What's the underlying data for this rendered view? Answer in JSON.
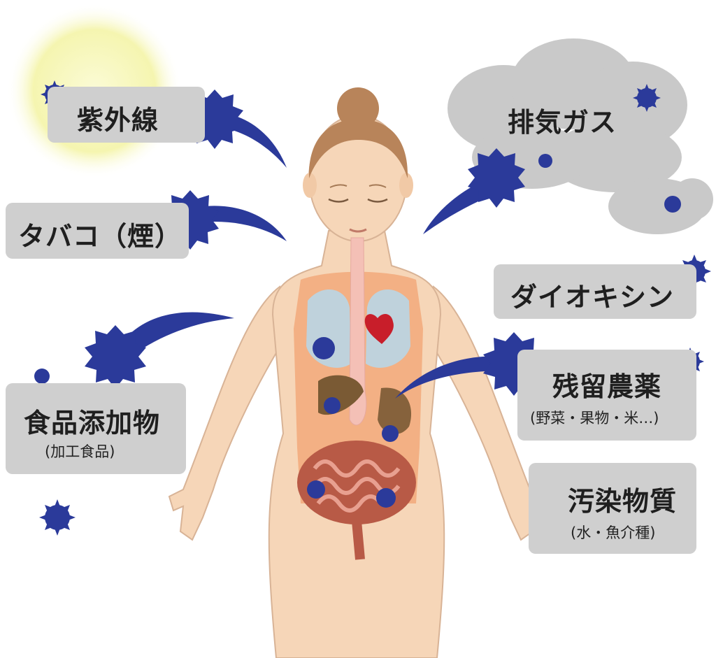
{
  "labels": {
    "uv": {
      "text": "紫外線"
    },
    "tobacco": {
      "text": "タバコ（煙）"
    },
    "food_additives": {
      "text": "食品添加物",
      "sub": "(加工食品)"
    },
    "exhaust": {
      "text": "排気ガス"
    },
    "dioxin": {
      "text": "ダイオキシン"
    },
    "pesticide": {
      "text": "残留農薬",
      "sub": "(野菜・果物・米…)"
    },
    "pollutants": {
      "text": "汚染物質",
      "sub": "(水・魚介種)"
    }
  },
  "colors": {
    "radical": "#2b3a9a",
    "label_bg": "#cfcfcf",
    "skin": "#f6d6b8",
    "hair": "#b8845a",
    "organ_bg": "#f2a97a",
    "lungs": "#b9d6e6",
    "heart": "#c81e2a",
    "intestine": "#b85a46",
    "liver": "#7a5a34",
    "cloud": "#c8c8c8",
    "sun": "#f4f4a8"
  },
  "icons": [
    "sun-icon",
    "cloud-icon",
    "free-radical-icon",
    "heart-icon",
    "lungs-icon",
    "intestine-icon"
  ]
}
